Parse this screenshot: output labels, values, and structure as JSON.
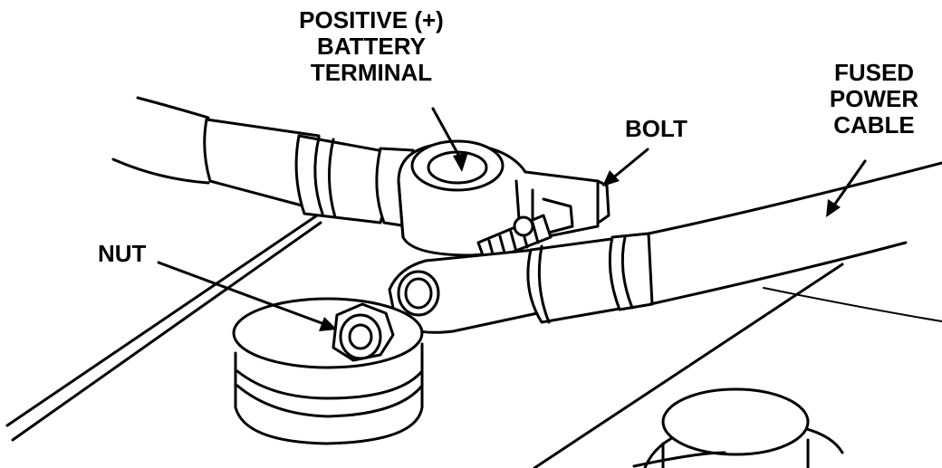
{
  "labels": {
    "positive_terminal": [
      "POSITIVE (+)",
      "BATTERY",
      "TERMINAL"
    ],
    "bolt": "BOLT",
    "fused_cable": [
      "FUSED",
      "POWER",
      "CABLE"
    ],
    "nut": "NUT"
  }
}
